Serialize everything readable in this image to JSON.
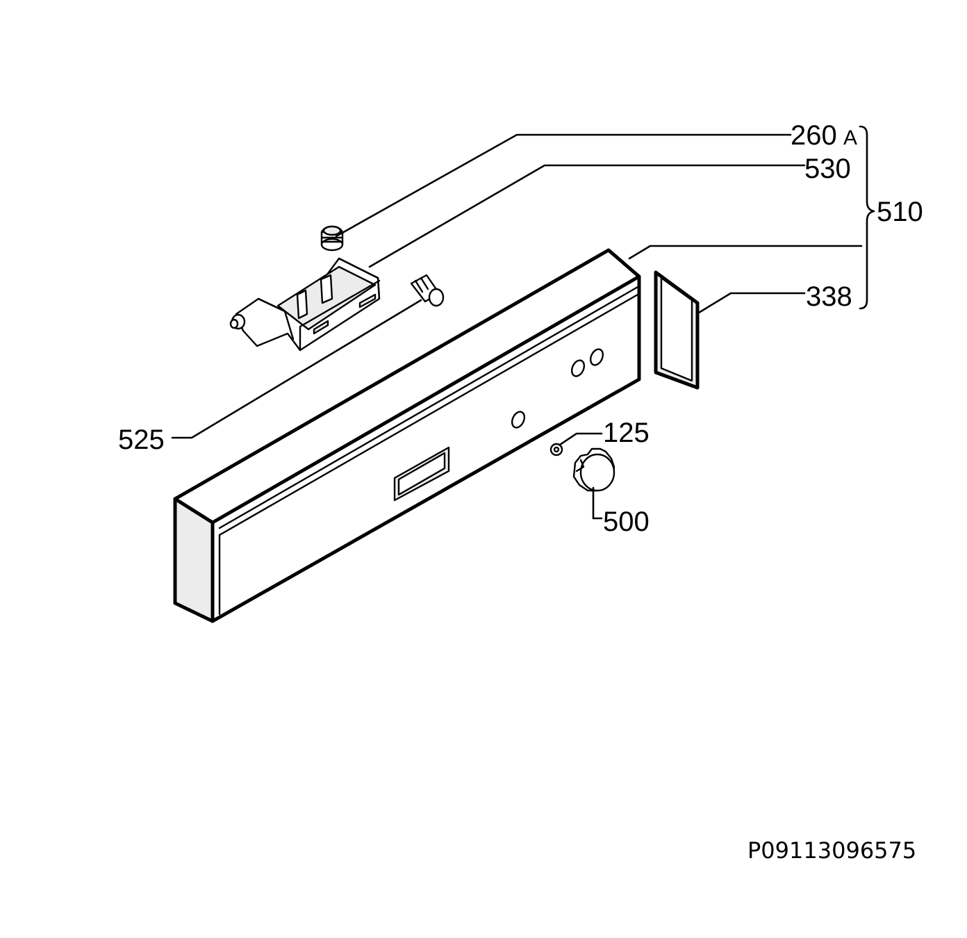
{
  "callouts": {
    "part_260": {
      "number": "260",
      "suffix": "A"
    },
    "part_530": {
      "number": "530"
    },
    "part_510": {
      "number": "510"
    },
    "part_338": {
      "number": "338"
    },
    "part_525": {
      "number": "525"
    },
    "part_125": {
      "number": "125"
    },
    "part_500": {
      "number": "500"
    }
  },
  "drawing_reference": "P09113096575"
}
